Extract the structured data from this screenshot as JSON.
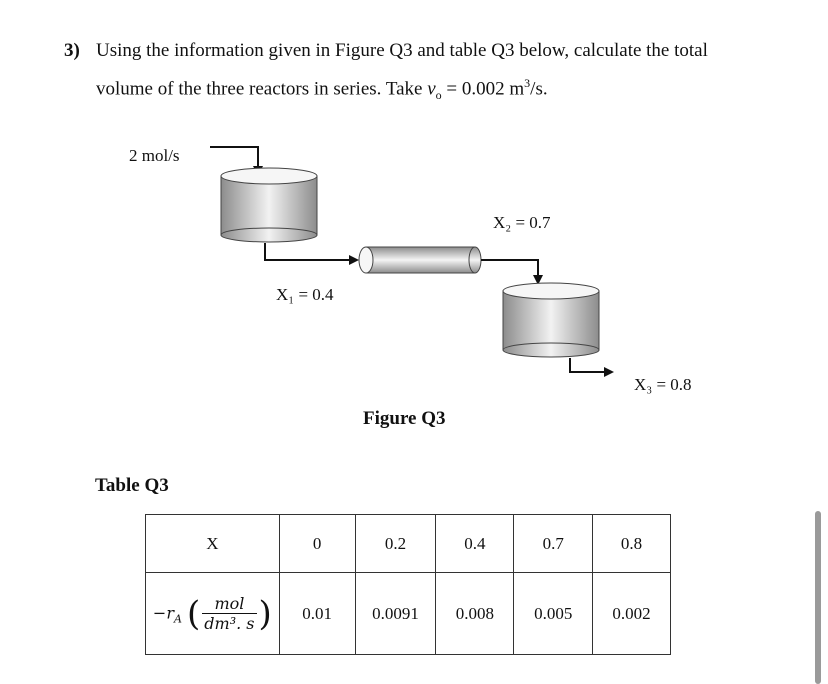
{
  "question": {
    "number": "3)",
    "line1": "Using the information given in Figure Q3 and table Q3 below, calculate the total",
    "line2_prefix": "volume of the three reactors in series. Take ",
    "v0_symbol": "v",
    "v0_sub": "o",
    "line2_mid": " = 0.002 m",
    "unit_sup": "3",
    "line2_suffix": "/s."
  },
  "figure": {
    "feed_label": "2 mol/s",
    "x1_label": "X₁ = 0.4",
    "x2_label": "X₂ = 0.7",
    "x3_label": "X₃ = 0.8",
    "caption": "Figure Q3"
  },
  "table": {
    "title": "Table Q3",
    "x_header": "X",
    "rate_symbol": "−r",
    "rate_sub": "A",
    "rate_unit_num": "mol",
    "rate_unit_den": "dm³. s",
    "x_values": [
      "0",
      "0.2",
      "0.4",
      "0.7",
      "0.8"
    ],
    "rate_values": [
      "0.01",
      "0.0091",
      "0.008",
      "0.005",
      "0.002"
    ]
  },
  "colors": {
    "text": "#111111",
    "vessel_light": "#f2f2f2",
    "vessel_dark": "#8c8c8c",
    "scrollbar": "#9a9a9a"
  }
}
